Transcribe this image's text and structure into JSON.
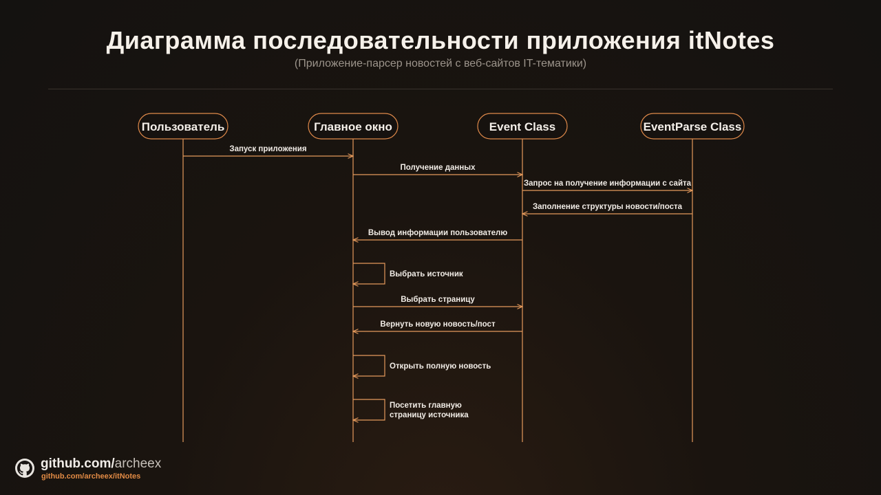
{
  "title": "Диаграмма последовательности приложения itNotes",
  "subtitle": "(Приложение-парсер новостей с веб-сайтов IT-тематики)",
  "colors": {
    "accent": "#e59a5c",
    "background": "#161210",
    "text": "#f3eee8"
  },
  "actors": [
    {
      "label": "Пользователь"
    },
    {
      "label": "Главное окно"
    },
    {
      "label": "Event Class"
    },
    {
      "label": "EventParse Class"
    }
  ],
  "messages": [
    {
      "from": 0,
      "to": 1,
      "label": "Запуск приложения"
    },
    {
      "from": 1,
      "to": 2,
      "label": "Получение данных"
    },
    {
      "from": 2,
      "to": 3,
      "label": "Запрос на получение информации с сайта"
    },
    {
      "from": 3,
      "to": 2,
      "label": "Заполнение структуры новости/поста"
    },
    {
      "from": 2,
      "to": 1,
      "label": "Вывод информации пользователю"
    },
    {
      "from": 1,
      "to": 1,
      "label": "Выбрать источник"
    },
    {
      "from": 1,
      "to": 2,
      "label": "Выбрать страницу"
    },
    {
      "from": 2,
      "to": 1,
      "label": "Вернуть новую новость/пост"
    },
    {
      "from": 1,
      "to": 1,
      "label": "Открыть полную новость"
    },
    {
      "from": 1,
      "to": 1,
      "label": "Посетить главную\nстраницу источника"
    }
  ],
  "footer": {
    "icon": "github-icon",
    "main_prefix": "github.com/",
    "main_user": "archeex",
    "link": "github.com/archeex/itNotes"
  }
}
